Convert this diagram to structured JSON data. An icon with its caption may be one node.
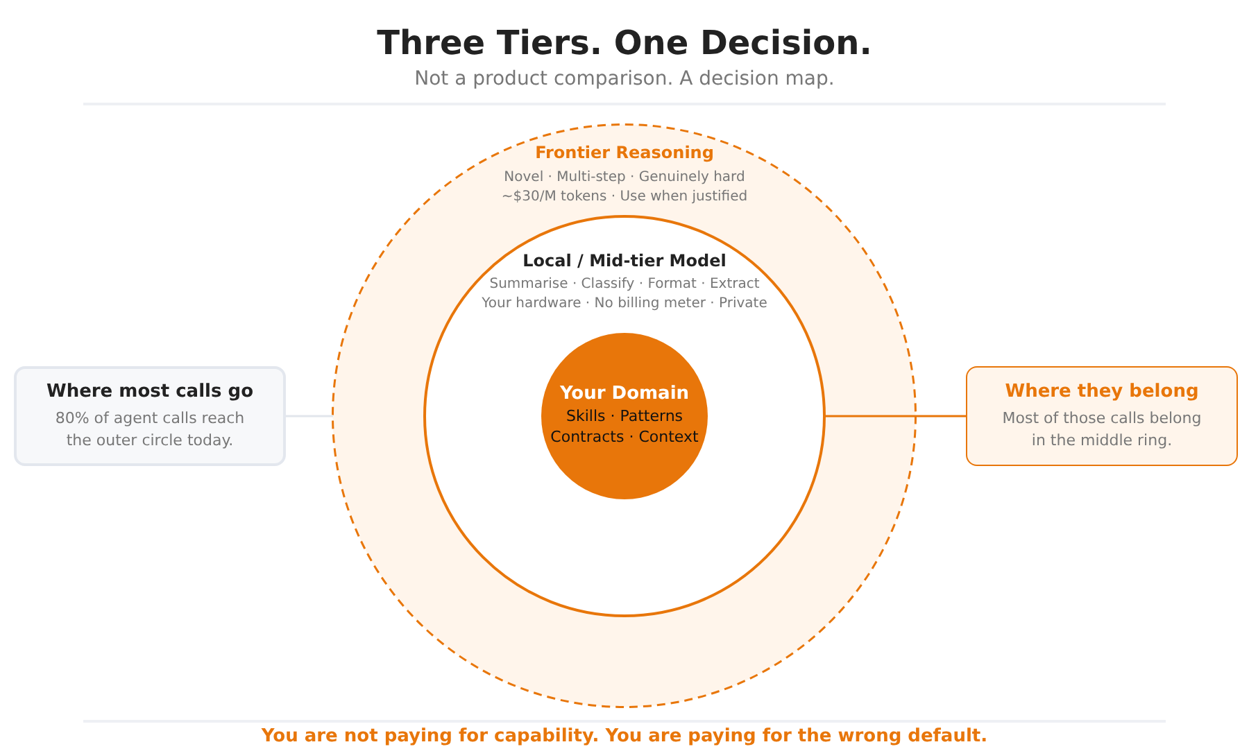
{
  "diagram": {
    "title": "Three Tiers. One Decision.",
    "caption": "You are not paying for capability. You are paying for the wrong default.",
    "nodes": [
      {
        "text": [
          "Frontier Reasoning",
          "Novel · Multi-step · Genuinely hard",
          "~$30/M tokens · Use when justified"
        ]
      },
      {
        "text": [
          "Local / Mid-tier Model",
          "Summarise · Classify · Format · Extract",
          "Your hardware · No billing meter · Private"
        ],
        "in": 0
      },
      {
        "text": [
          "Your Domain",
          "Skills · Patterns",
          "Contracts · Context"
        ],
        "in": 1
      },
      {
        "text": [
          "Where most calls go",
          "80% of agent calls reach the outer circle today."
        ]
      },
      {
        "text": [
          "Where they belong",
          "Most of those calls belong in the middle ring."
        ]
      }
    ],
    "edges": [
      {
        "from": 3,
        "to": 0,
        "arrow": "none",
        "color": "#e2e6ec"
      },
      {
        "from": 4,
        "to": 1,
        "arrow": "none",
        "color": "#e8760a"
      }
    ],
    "labels": [
      "Not a product comparison. A decision map."
    ]
  }
}
